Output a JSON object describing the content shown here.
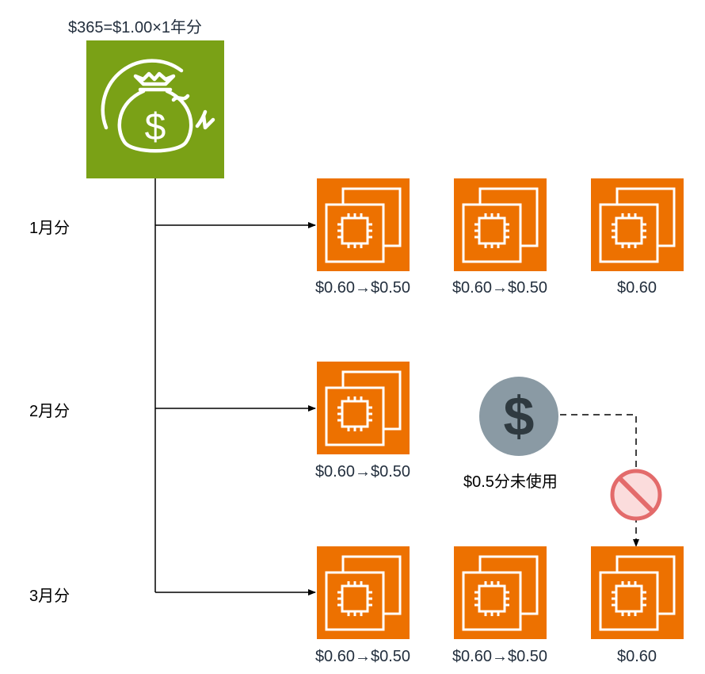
{
  "header": {
    "formula": "$365=$1.00×1年分"
  },
  "rows": [
    {
      "label": "1月分",
      "instances": [
        {
          "icon": "ec2-instance-icon",
          "price": "$0.60→$0.50"
        },
        {
          "icon": "ec2-instance-icon",
          "price": "$0.60→$0.50"
        },
        {
          "icon": "ec2-instance-icon",
          "price": "$0.60"
        }
      ]
    },
    {
      "label": "2月分",
      "instances": [
        {
          "icon": "ec2-instance-icon",
          "price": "$0.60→$0.50"
        }
      ]
    },
    {
      "label": "3月分",
      "instances": [
        {
          "icon": "ec2-instance-icon",
          "price": "$0.60→$0.50"
        },
        {
          "icon": "ec2-instance-icon",
          "price": "$0.60→$0.50"
        },
        {
          "icon": "ec2-instance-icon",
          "price": "$0.60"
        }
      ]
    }
  ],
  "unused": {
    "icon": "dollar-coin-icon",
    "label": "$0.5分未使用"
  },
  "icons": {
    "savings": "money-bag-refresh-icon",
    "prohibited": "no-entry-icon"
  },
  "colors": {
    "savings_green": "#7aa116",
    "ec2_orange": "#ed7100",
    "coin_gray": "#8a9aa4",
    "no_sign_red": "#e36b6b"
  }
}
